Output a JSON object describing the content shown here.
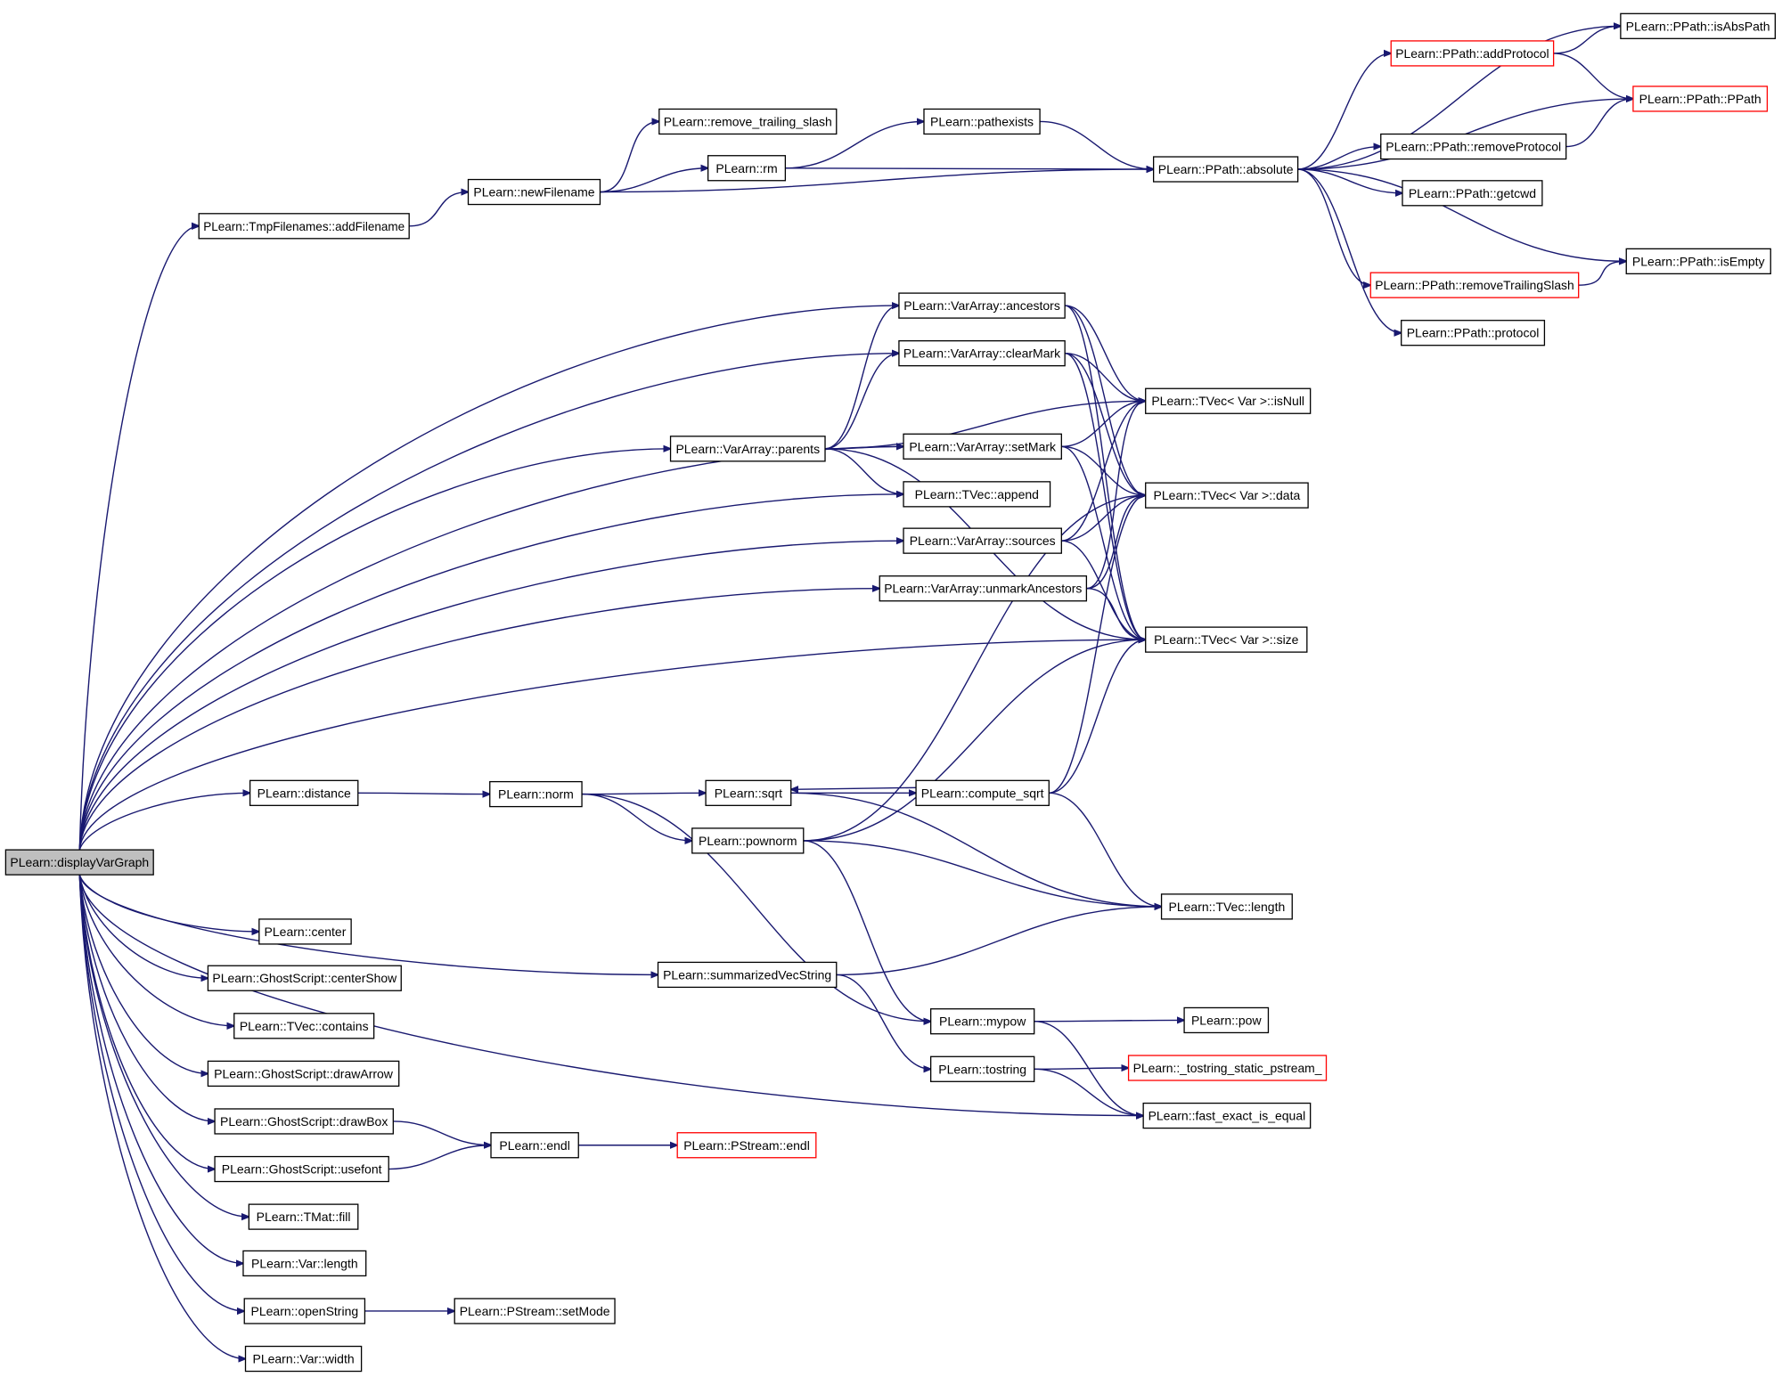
{
  "graph": {
    "root": "PLearn::displayVarGraph",
    "colors": {
      "edge": "#191970",
      "root_fill": "#bfbfbf",
      "highlight_border": "#ff0000",
      "border": "#000000"
    },
    "nodes": [
      {
        "id": "displayVarGraph",
        "label": "PLearn::displayVarGraph",
        "root": true
      },
      {
        "id": "addFilename",
        "label": "PLearn::TmpFilenames::addFilename"
      },
      {
        "id": "newFilename",
        "label": "PLearn::newFilename"
      },
      {
        "id": "remove_trailing_slash",
        "label": "PLearn::remove_trailing_slash"
      },
      {
        "id": "rm",
        "label": "PLearn::rm"
      },
      {
        "id": "pathexists",
        "label": "PLearn::pathexists"
      },
      {
        "id": "absolute",
        "label": "PLearn::PPath::absolute"
      },
      {
        "id": "addProtocol",
        "label": "PLearn::PPath::addProtocol",
        "red": true
      },
      {
        "id": "isAbsPath",
        "label": "PLearn::PPath::isAbsPath"
      },
      {
        "id": "PPath",
        "label": "PLearn::PPath::PPath",
        "red": true
      },
      {
        "id": "removeProtocol",
        "label": "PLearn::PPath::removeProtocol"
      },
      {
        "id": "getcwd",
        "label": "PLearn::PPath::getcwd"
      },
      {
        "id": "removeTrailingSlash",
        "label": "PLearn::PPath::removeTrailingSlash",
        "red": true
      },
      {
        "id": "isEmpty",
        "label": "PLearn::PPath::isEmpty"
      },
      {
        "id": "protocol",
        "label": "PLearn::PPath::protocol"
      },
      {
        "id": "ancestors",
        "label": "PLearn::VarArray::ancestors"
      },
      {
        "id": "clearMark",
        "label": "PLearn::VarArray::clearMark"
      },
      {
        "id": "isNull",
        "label": "PLearn::TVec< Var >::isNull"
      },
      {
        "id": "parents",
        "label": "PLearn::VarArray::parents"
      },
      {
        "id": "setMark",
        "label": "PLearn::VarArray::setMark"
      },
      {
        "id": "append",
        "label": "PLearn::TVec::append"
      },
      {
        "id": "data",
        "label": "PLearn::TVec< Var >::data"
      },
      {
        "id": "sources",
        "label": "PLearn::VarArray::sources"
      },
      {
        "id": "unmarkAncestors",
        "label": "PLearn::VarArray::unmarkAncestors"
      },
      {
        "id": "size",
        "label": "PLearn::TVec< Var >::size"
      },
      {
        "id": "distance",
        "label": "PLearn::distance"
      },
      {
        "id": "norm",
        "label": "PLearn::norm"
      },
      {
        "id": "sqrt",
        "label": "PLearn::sqrt"
      },
      {
        "id": "compute_sqrt",
        "label": "PLearn::compute_sqrt"
      },
      {
        "id": "pownorm",
        "label": "PLearn::pownorm"
      },
      {
        "id": "tvec_length",
        "label": "PLearn::TVec::length"
      },
      {
        "id": "center",
        "label": "PLearn::center"
      },
      {
        "id": "centerShow",
        "label": "PLearn::GhostScript::centerShow"
      },
      {
        "id": "summarizedVecString",
        "label": "PLearn::summarizedVecString"
      },
      {
        "id": "contains",
        "label": "PLearn::TVec::contains"
      },
      {
        "id": "mypow",
        "label": "PLearn::mypow"
      },
      {
        "id": "pow",
        "label": "PLearn::pow"
      },
      {
        "id": "drawArrow",
        "label": "PLearn::GhostScript::drawArrow"
      },
      {
        "id": "tostring",
        "label": "PLearn::tostring"
      },
      {
        "id": "tostring_static",
        "label": "PLearn::_tostring_static_pstream_",
        "red": true
      },
      {
        "id": "drawBox",
        "label": "PLearn::GhostScript::drawBox"
      },
      {
        "id": "fast_exact_is_equal",
        "label": "PLearn::fast_exact_is_equal"
      },
      {
        "id": "endl",
        "label": "PLearn::endl"
      },
      {
        "id": "pstream_endl",
        "label": "PLearn::PStream::endl",
        "red": true
      },
      {
        "id": "usefont",
        "label": "PLearn::GhostScript::usefont"
      },
      {
        "id": "fill",
        "label": "PLearn::TMat::fill"
      },
      {
        "id": "var_length",
        "label": "PLearn::Var::length"
      },
      {
        "id": "openString",
        "label": "PLearn::openString"
      },
      {
        "id": "setMode",
        "label": "PLearn::PStream::setMode"
      },
      {
        "id": "width",
        "label": "PLearn::Var::width"
      }
    ],
    "edges": [
      [
        "displayVarGraph",
        "addFilename"
      ],
      [
        "displayVarGraph",
        "ancestors"
      ],
      [
        "displayVarGraph",
        "clearMark"
      ],
      [
        "displayVarGraph",
        "parents"
      ],
      [
        "displayVarGraph",
        "setMark"
      ],
      [
        "displayVarGraph",
        "append"
      ],
      [
        "displayVarGraph",
        "sources"
      ],
      [
        "displayVarGraph",
        "unmarkAncestors"
      ],
      [
        "displayVarGraph",
        "size"
      ],
      [
        "displayVarGraph",
        "distance"
      ],
      [
        "displayVarGraph",
        "center"
      ],
      [
        "displayVarGraph",
        "centerShow"
      ],
      [
        "displayVarGraph",
        "summarizedVecString"
      ],
      [
        "displayVarGraph",
        "contains"
      ],
      [
        "displayVarGraph",
        "fast_exact_is_equal"
      ],
      [
        "displayVarGraph",
        "drawArrow"
      ],
      [
        "displayVarGraph",
        "drawBox"
      ],
      [
        "displayVarGraph",
        "usefont"
      ],
      [
        "displayVarGraph",
        "fill"
      ],
      [
        "displayVarGraph",
        "var_length"
      ],
      [
        "displayVarGraph",
        "openString"
      ],
      [
        "displayVarGraph",
        "width"
      ],
      [
        "addFilename",
        "newFilename"
      ],
      [
        "newFilename",
        "remove_trailing_slash"
      ],
      [
        "newFilename",
        "rm"
      ],
      [
        "newFilename",
        "absolute"
      ],
      [
        "rm",
        "pathexists"
      ],
      [
        "rm",
        "absolute"
      ],
      [
        "pathexists",
        "absolute"
      ],
      [
        "absolute",
        "addProtocol"
      ],
      [
        "absolute",
        "isAbsPath"
      ],
      [
        "absolute",
        "PPath"
      ],
      [
        "absolute",
        "removeProtocol"
      ],
      [
        "absolute",
        "getcwd"
      ],
      [
        "absolute",
        "removeTrailingSlash"
      ],
      [
        "absolute",
        "isEmpty"
      ],
      [
        "absolute",
        "protocol"
      ],
      [
        "addProtocol",
        "isAbsPath"
      ],
      [
        "addProtocol",
        "PPath"
      ],
      [
        "removeProtocol",
        "PPath"
      ],
      [
        "removeTrailingSlash",
        "isEmpty"
      ],
      [
        "ancestors",
        "isNull"
      ],
      [
        "ancestors",
        "data"
      ],
      [
        "ancestors",
        "size"
      ],
      [
        "clearMark",
        "isNull"
      ],
      [
        "clearMark",
        "data"
      ],
      [
        "clearMark",
        "size"
      ],
      [
        "parents",
        "ancestors"
      ],
      [
        "parents",
        "clearMark"
      ],
      [
        "parents",
        "setMark"
      ],
      [
        "parents",
        "append"
      ],
      [
        "parents",
        "isNull"
      ],
      [
        "parents",
        "size"
      ],
      [
        "setMark",
        "isNull"
      ],
      [
        "setMark",
        "data"
      ],
      [
        "setMark",
        "size"
      ],
      [
        "sources",
        "isNull"
      ],
      [
        "sources",
        "data"
      ],
      [
        "sources",
        "size"
      ],
      [
        "unmarkAncestors",
        "isNull"
      ],
      [
        "unmarkAncestors",
        "data"
      ],
      [
        "unmarkAncestors",
        "size"
      ],
      [
        "distance",
        "norm"
      ],
      [
        "norm",
        "sqrt"
      ],
      [
        "norm",
        "pownorm"
      ],
      [
        "norm",
        "mypow"
      ],
      [
        "sqrt",
        "compute_sqrt"
      ],
      [
        "sqrt",
        "tvec_length"
      ],
      [
        "compute_sqrt",
        "sqrt"
      ],
      [
        "compute_sqrt",
        "data"
      ],
      [
        "compute_sqrt",
        "size"
      ],
      [
        "compute_sqrt",
        "tvec_length"
      ],
      [
        "pownorm",
        "data"
      ],
      [
        "pownorm",
        "size"
      ],
      [
        "pownorm",
        "tvec_length"
      ],
      [
        "pownorm",
        "mypow"
      ],
      [
        "summarizedVecString",
        "tvec_length"
      ],
      [
        "summarizedVecString",
        "tostring"
      ],
      [
        "mypow",
        "pow"
      ],
      [
        "mypow",
        "fast_exact_is_equal"
      ],
      [
        "tostring",
        "tostring_static"
      ],
      [
        "tostring",
        "fast_exact_is_equal"
      ],
      [
        "drawBox",
        "endl"
      ],
      [
        "usefont",
        "endl"
      ],
      [
        "endl",
        "pstream_endl"
      ],
      [
        "openString",
        "setMode"
      ]
    ]
  }
}
